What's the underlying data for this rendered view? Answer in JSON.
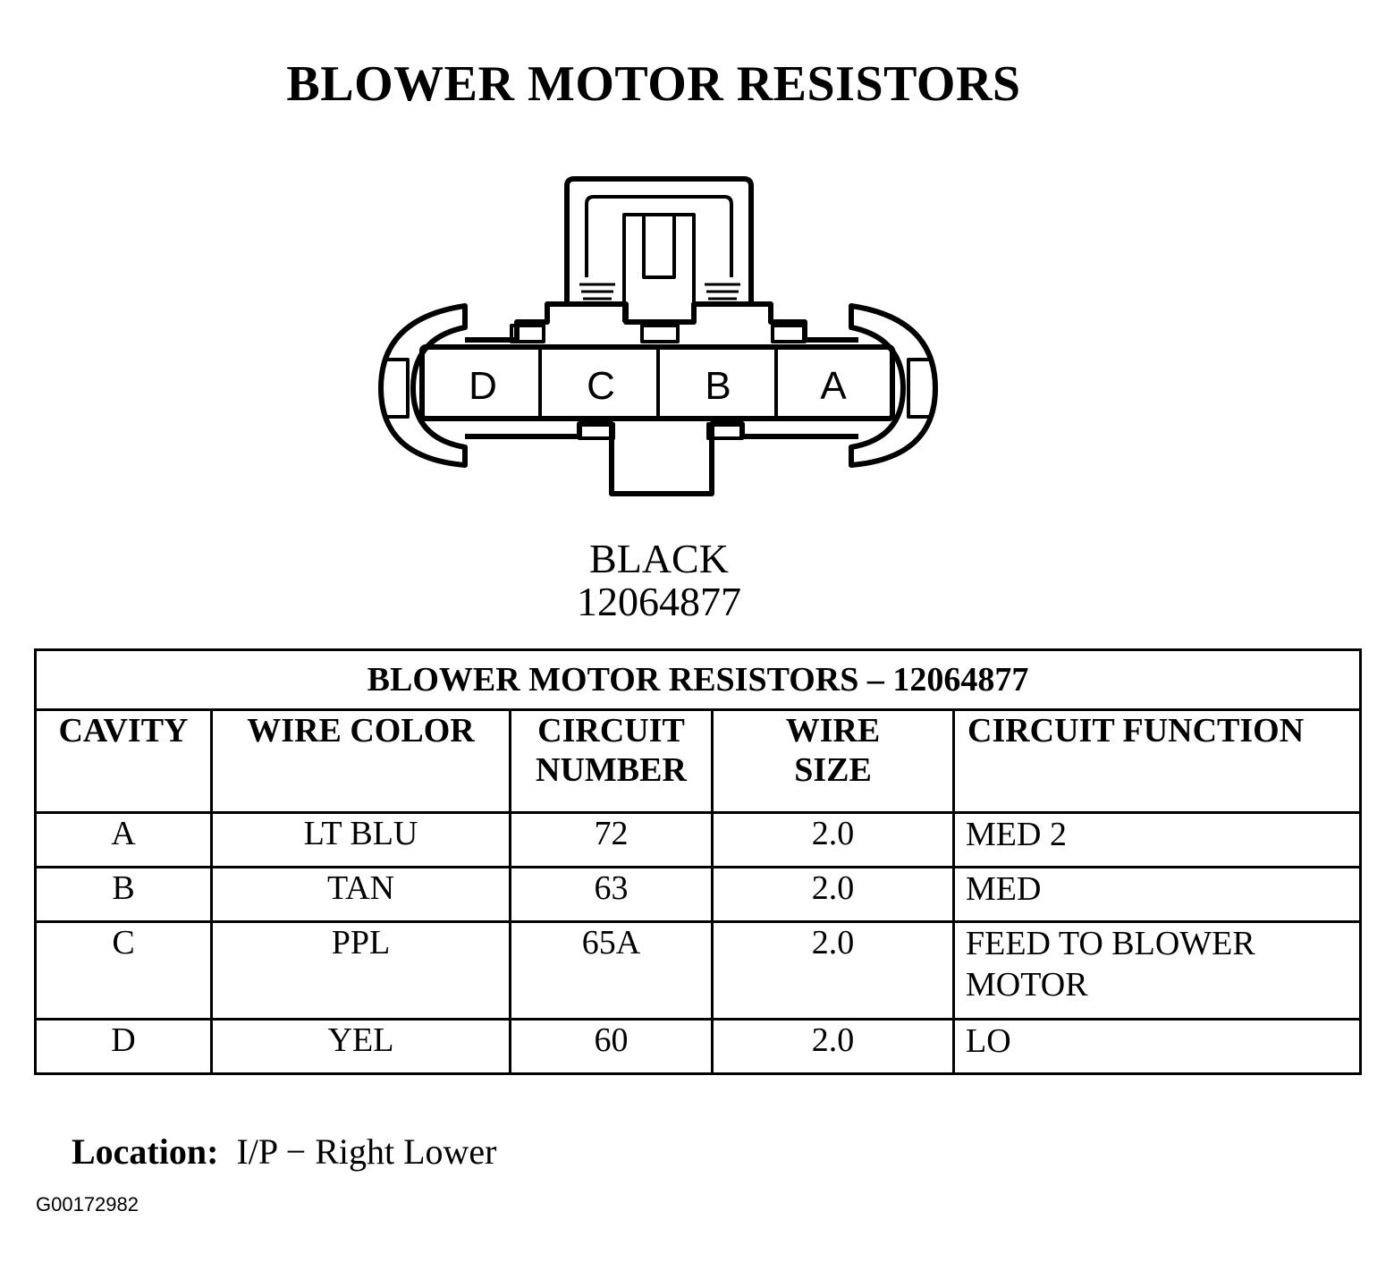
{
  "title": "BLOWER MOTOR RESISTORS",
  "connector": {
    "cavities": [
      "D",
      "C",
      "B",
      "A"
    ],
    "color": "BLACK",
    "part_number": "12064877"
  },
  "table": {
    "title": "BLOWER MOTOR RESISTORS – 12064877",
    "headers": {
      "cavity": "CAVITY",
      "wire_color": "WIRE COLOR",
      "circuit_number_1": "CIRCUIT",
      "circuit_number_2": "NUMBER",
      "wire_size_1": "WIRE",
      "wire_size_2": "SIZE",
      "circuit_function": "CIRCUIT FUNCTION"
    },
    "rows": [
      {
        "cavity": "A",
        "wire_color": "LT BLU",
        "circuit_number": "72",
        "wire_size": "2.0",
        "function_1": "MED 2",
        "function_2": ""
      },
      {
        "cavity": "B",
        "wire_color": "TAN",
        "circuit_number": "63",
        "wire_size": "2.0",
        "function_1": "MED",
        "function_2": ""
      },
      {
        "cavity": "C",
        "wire_color": "PPL",
        "circuit_number": "65A",
        "wire_size": "2.0",
        "function_1": "FEED TO BLOWER",
        "function_2": "MOTOR"
      },
      {
        "cavity": "D",
        "wire_color": "YEL",
        "circuit_number": "60",
        "wire_size": "2.0",
        "function_1": "LO",
        "function_2": ""
      }
    ]
  },
  "location": {
    "label": "Location:",
    "value": "I/P − Right Lower"
  },
  "figure_code": "G00172982"
}
